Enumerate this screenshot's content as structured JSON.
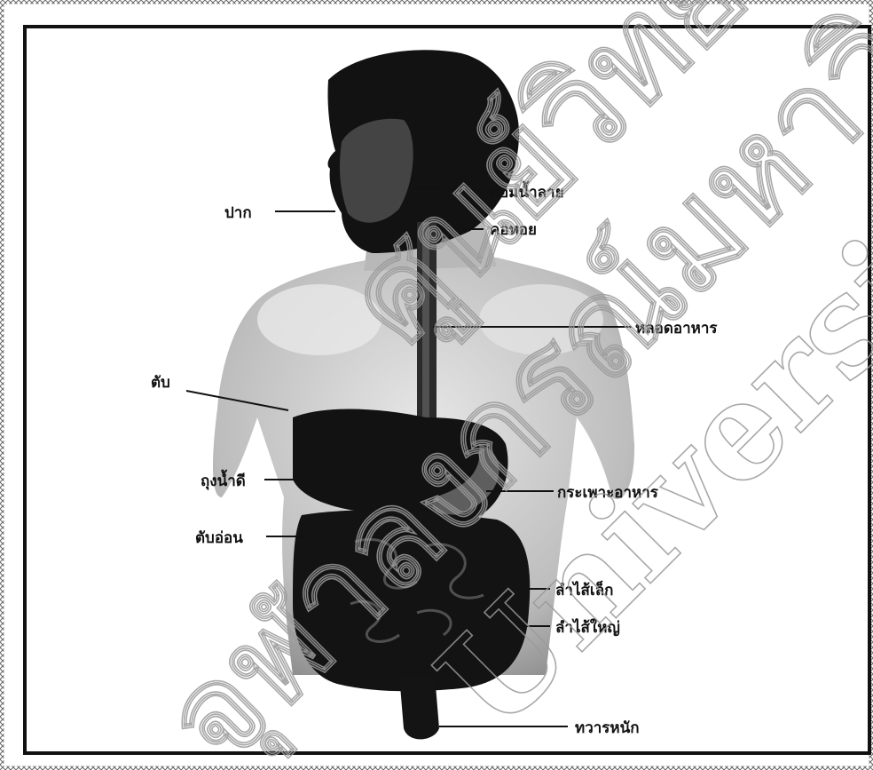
{
  "diagram": {
    "labels": {
      "mouth": "ปาก",
      "salivary_gland": "ต่อมน้ำลาย",
      "pharynx": "คอหอย",
      "esophagus": "หลอดอาหาร",
      "liver": "ตับ",
      "gallbladder": "ถุงน้ำดี",
      "stomach": "กระเพาะอาหาร",
      "pancreas": "ตับอ่อน",
      "small_intestine": "ลำไส้เล็ก",
      "large_intestine": "ลำไส้ใหญ่",
      "anus": "ทวารหนัก"
    },
    "watermark": {
      "line1": "ศูนย์วิทยทรัพยากร",
      "line2": "จุฬาลงกรณ์มหาวิทยาลัย",
      "line3": "University"
    }
  },
  "colors": {
    "ink": "#111111",
    "body_fill": "#111111",
    "skin_light": "#d9d9d9",
    "skin_mid": "#a8a8a8",
    "frame": "#111111",
    "watermark": "#9a9a9a"
  }
}
